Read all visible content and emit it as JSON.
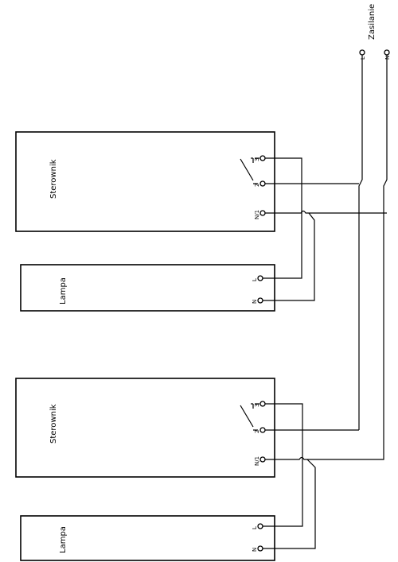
{
  "supply": {
    "label": "Zasilanie",
    "L": "L",
    "N": "N"
  },
  "unit1": {
    "controller": {
      "label": "Sterownik",
      "pin3": "3",
      "pin2": "2",
      "pinN": "N/1"
    },
    "lamp": {
      "label": "Lampa",
      "pinL": "L",
      "pinN": "N"
    }
  },
  "unit2": {
    "controller": {
      "label": "Sterownik",
      "pin3": "3",
      "pin2": "2",
      "pinN": "N/1"
    },
    "lamp": {
      "label": "Lampa",
      "pinL": "L",
      "pinN": "N"
    }
  }
}
